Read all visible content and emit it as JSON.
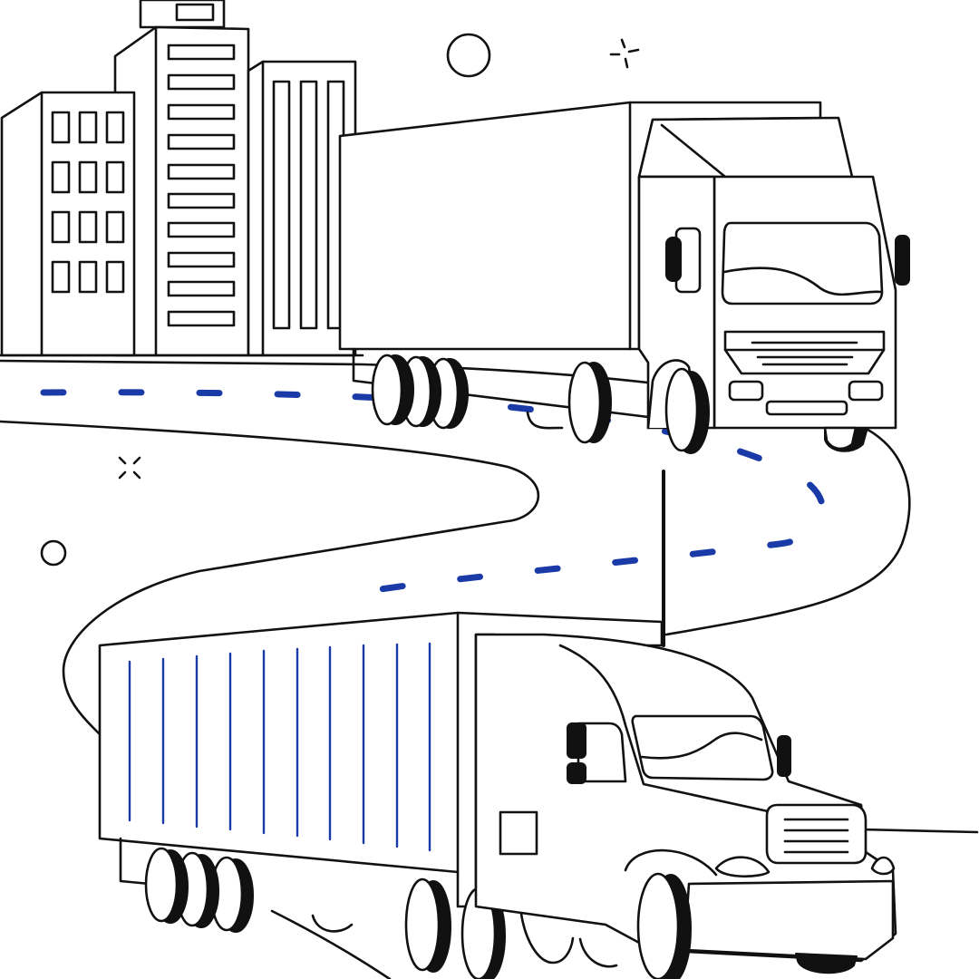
{
  "colors": {
    "background": "#ffffff",
    "line": "#111111",
    "accent": "#1a3aa8"
  },
  "scene": {
    "subjects": [
      "city-buildings",
      "road",
      "truck",
      "semi-truck"
    ],
    "decorations": [
      "sun-circle",
      "sparkle-icon",
      "sparkle-icon",
      "small-circle"
    ]
  }
}
